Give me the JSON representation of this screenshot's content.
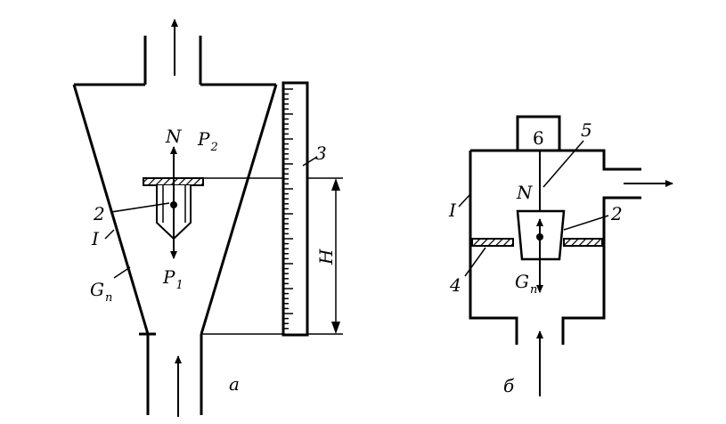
{
  "figure_a": {
    "caption": "a",
    "labels": {
      "N": "N",
      "P2": "P",
      "P2_sub": "2",
      "P1": "P",
      "P1_sub": "1",
      "G": "G",
      "G_sub": "п",
      "H": "H",
      "n2": "2",
      "n1": "I",
      "n3": "3"
    }
  },
  "figure_b": {
    "caption": "б",
    "labels": {
      "box": "6",
      "n5": "5",
      "N": "N",
      "n1": "I",
      "n2": "2",
      "n4": "4",
      "G": "G",
      "G_sub": "п"
    }
  }
}
